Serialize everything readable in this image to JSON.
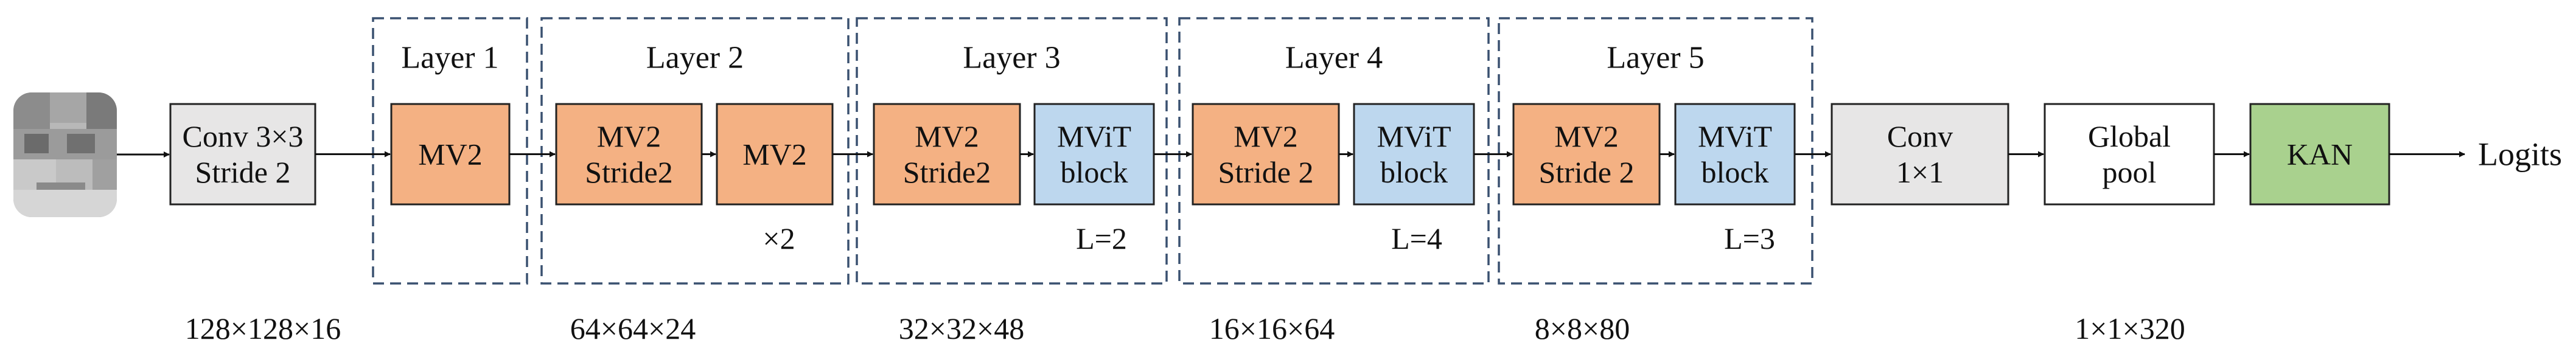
{
  "colors": {
    "mv2": "#f4b183",
    "mvit": "#bdd7ee",
    "gray": "#e7e6e6",
    "white": "#ffffff",
    "kan": "#a9d18e",
    "dash_border": "#3a5170"
  },
  "input": {
    "icon": "face-image-icon"
  },
  "conv_first": {
    "line1": "Conv 3×3",
    "line2": "Stride 2"
  },
  "layers": [
    {
      "title": "Layer 1",
      "blocks": [
        {
          "kind": "mv2",
          "lines": [
            "MV2"
          ]
        }
      ],
      "note": ""
    },
    {
      "title": "Layer 2",
      "blocks": [
        {
          "kind": "mv2",
          "lines": [
            "MV2",
            "Stride2"
          ]
        },
        {
          "kind": "mv2",
          "lines": [
            "MV2"
          ]
        }
      ],
      "note": "×2"
    },
    {
      "title": "Layer 3",
      "blocks": [
        {
          "kind": "mv2",
          "lines": [
            "MV2",
            "Stride2"
          ]
        },
        {
          "kind": "mvit",
          "lines": [
            "MViT",
            "block"
          ]
        }
      ],
      "note": "L=2"
    },
    {
      "title": "Layer 4",
      "blocks": [
        {
          "kind": "mv2",
          "lines": [
            "MV2",
            "Stride 2"
          ]
        },
        {
          "kind": "mvit",
          "lines": [
            "MViT",
            "block"
          ]
        }
      ],
      "note": "L=4"
    },
    {
      "title": "Layer 5",
      "blocks": [
        {
          "kind": "mv2",
          "lines": [
            "MV2",
            "Stride 2"
          ]
        },
        {
          "kind": "mvit",
          "lines": [
            "MViT",
            "block"
          ]
        }
      ],
      "note": "L=3"
    }
  ],
  "conv_last": {
    "line1": "Conv",
    "line2": "1×1"
  },
  "global_pool": {
    "line1": "Global",
    "line2": "pool"
  },
  "kan": {
    "label": "KAN"
  },
  "output": {
    "label": "Logits"
  },
  "dims": [
    "128×128×16",
    "64×64×24",
    "32×32×48",
    "16×16×64",
    "8×8×80",
    "1×1×320"
  ]
}
